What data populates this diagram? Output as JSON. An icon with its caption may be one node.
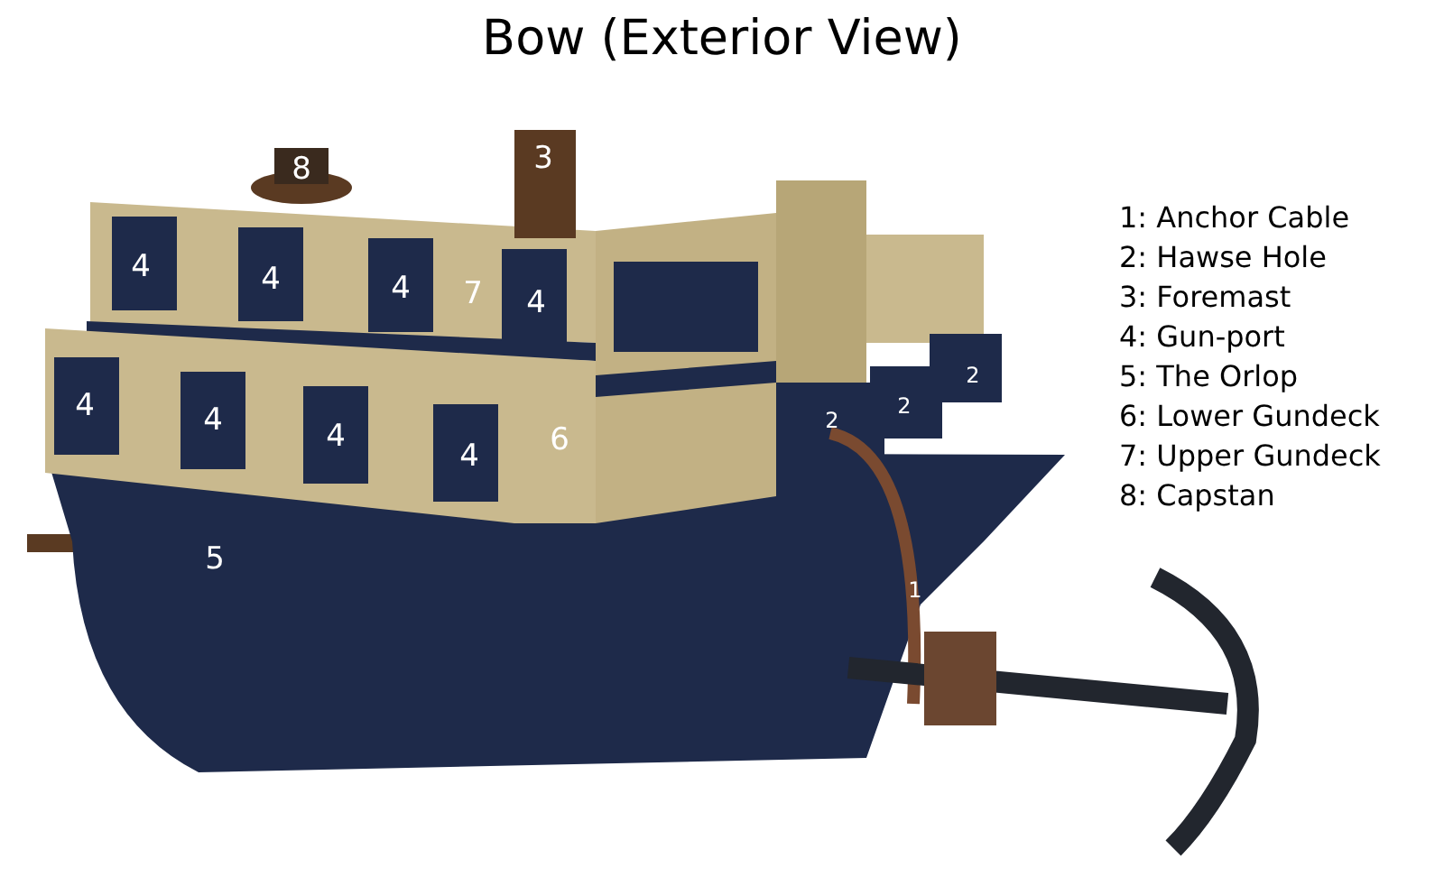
{
  "diagram": {
    "title": "Bow (Exterior View)",
    "labels": [
      "8",
      "3",
      "4",
      "4",
      "4",
      "7",
      "4",
      "2",
      "2",
      "2",
      "4",
      "4",
      "4",
      "4",
      "6",
      "5",
      "1",
      "1: Anchor Cable",
      "2: Hawse Hole",
      "3: Foremast",
      "4: Gun-port",
      "5: The Orlop",
      "6: Lower Gundeck",
      "7: Upper Gundeck",
      "8: Capstan"
    ]
  }
}
